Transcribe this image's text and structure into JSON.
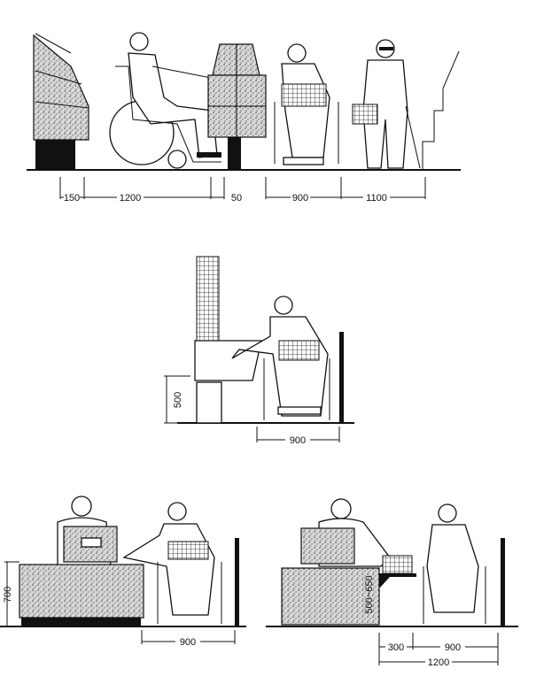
{
  "top_panel": {
    "dims": [
      "150",
      "1200",
      "50",
      "900",
      "1100"
    ]
  },
  "middle_panel": {
    "dims": {
      "height": "500",
      "width": "900"
    }
  },
  "bottom_left_panel": {
    "dims": {
      "height": "700",
      "width": "900"
    }
  },
  "bottom_right_panel": {
    "dims": {
      "height": "500~650",
      "knee": "300",
      "width": "900",
      "total": "1200"
    }
  }
}
